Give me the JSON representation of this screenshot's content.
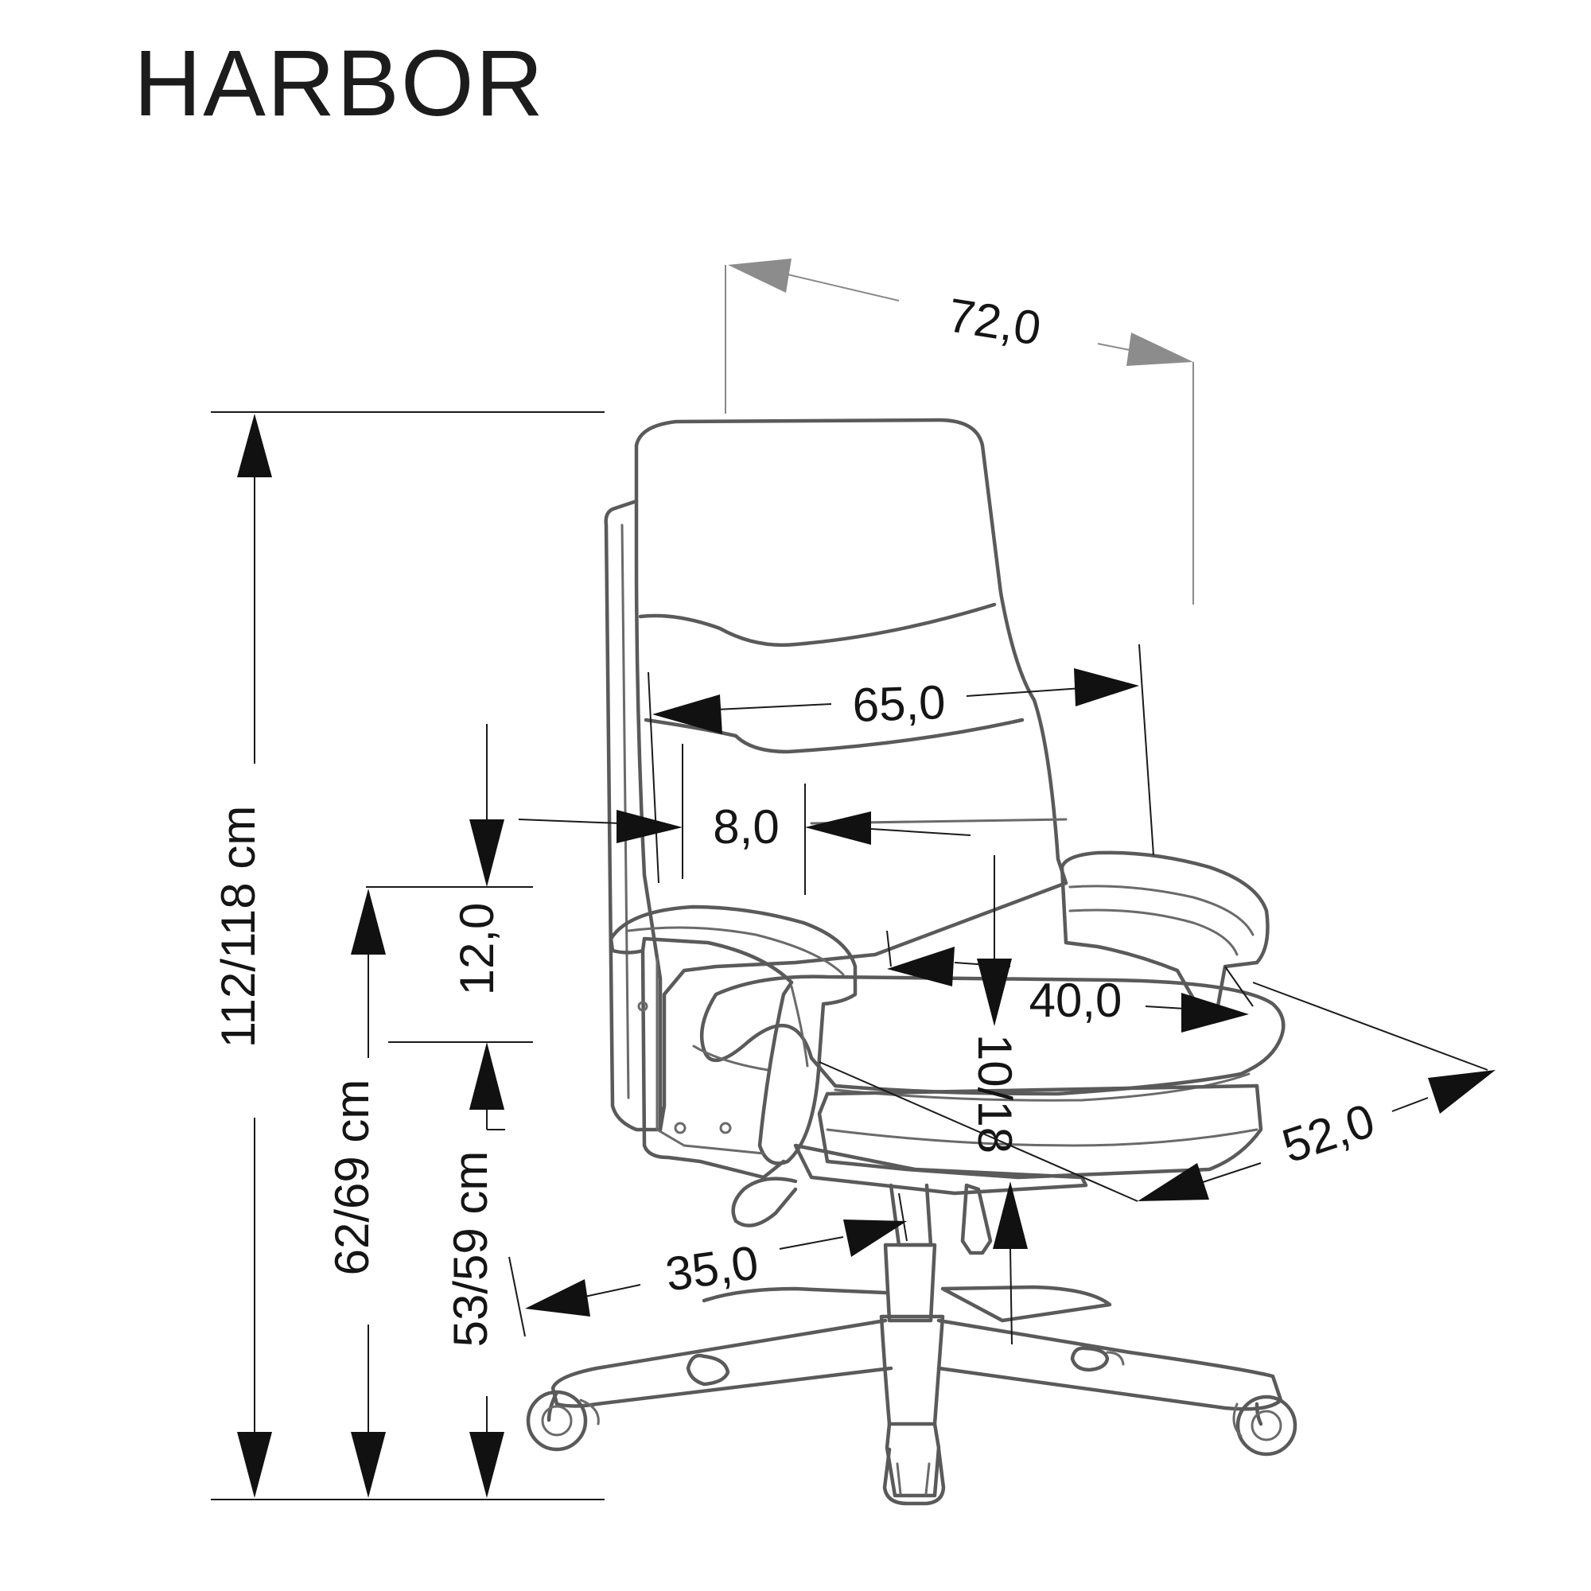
{
  "title": "HARBOR",
  "dimensions": {
    "overall_width": "72,0",
    "backrest_width": "65,0",
    "backrest_depth": "8,0",
    "armrest_height": "12,0",
    "seat_depth": "40,0",
    "seat_tilt": "10/18",
    "seat_width": "52,0",
    "base_radius": "35,0",
    "total_height": "112/118 cm",
    "armrest_floor_height": "62/69 cm",
    "seat_height": "53/59 cm"
  }
}
